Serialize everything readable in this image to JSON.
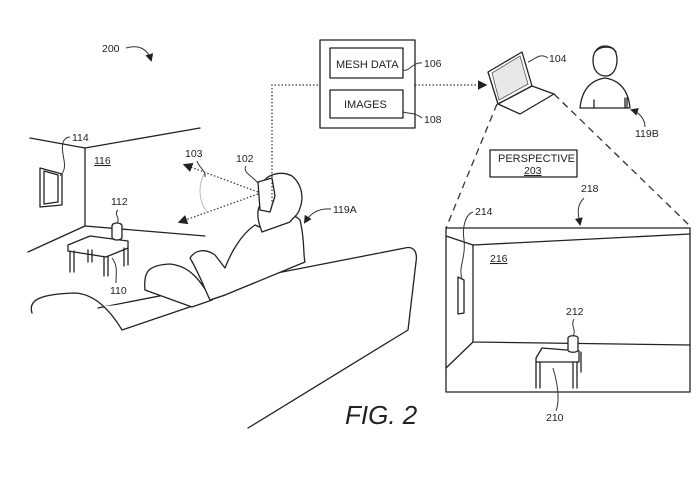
{
  "figure": {
    "title": "FIG. 2",
    "overall_ref": "200"
  },
  "server": {
    "items": [
      {
        "label": "MESH DATA",
        "ref": "106"
      },
      {
        "label": "IMAGES",
        "ref": "108"
      }
    ]
  },
  "laptop": {
    "ref": "104"
  },
  "remote_user": {
    "ref": "119B"
  },
  "local_user": {
    "ref": "119A"
  },
  "headset": {
    "ref": "102"
  },
  "field_of_view": {
    "ref": "103"
  },
  "physical_room": {
    "wall_ref": "116",
    "picture_ref": "114",
    "table_ref": "110",
    "object_ref": "112"
  },
  "perspective": {
    "label": "PERSPECTIVE",
    "ref": "203"
  },
  "rendered_view": {
    "ref": "218",
    "wall_ref": "216",
    "picture_ref": "214",
    "table_ref": "210",
    "object_ref": "212"
  }
}
